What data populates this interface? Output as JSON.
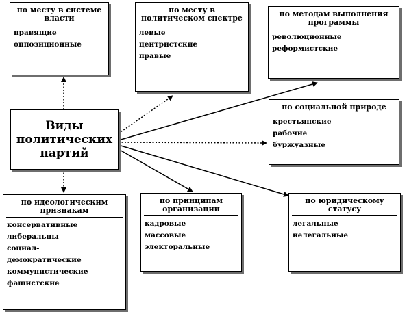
{
  "center": {
    "title": "Виды политических партий"
  },
  "boxes": {
    "power": {
      "heading": "по месту в системе власти",
      "items": [
        "правящие",
        "оппозиционные"
      ]
    },
    "spectrum": {
      "heading": "по месту в политическом спектре",
      "items": [
        "левые",
        "центристские",
        "правые"
      ]
    },
    "methods": {
      "heading": "по методам выполнения программы",
      "items": [
        "революционные",
        "реформистские"
      ]
    },
    "social": {
      "heading": "по социальной природе",
      "items": [
        "крестьянские",
        "рабочие",
        "буржуазные"
      ]
    },
    "ideology": {
      "heading": "по идеологическим признакам",
      "items": [
        "консервативные",
        "либеральны",
        "социал-",
        "демократические",
        "коммунистические",
        "фашистские"
      ]
    },
    "org": {
      "heading": "по принципам организации",
      "items": [
        "кадровые",
        "массовые",
        "электоральные"
      ]
    },
    "legal": {
      "heading": "по юридическому статусу",
      "items": [
        "легальные",
        "нелегальные"
      ]
    }
  },
  "colors": {
    "line": "#000000",
    "shadow": "#6e6e6e"
  }
}
